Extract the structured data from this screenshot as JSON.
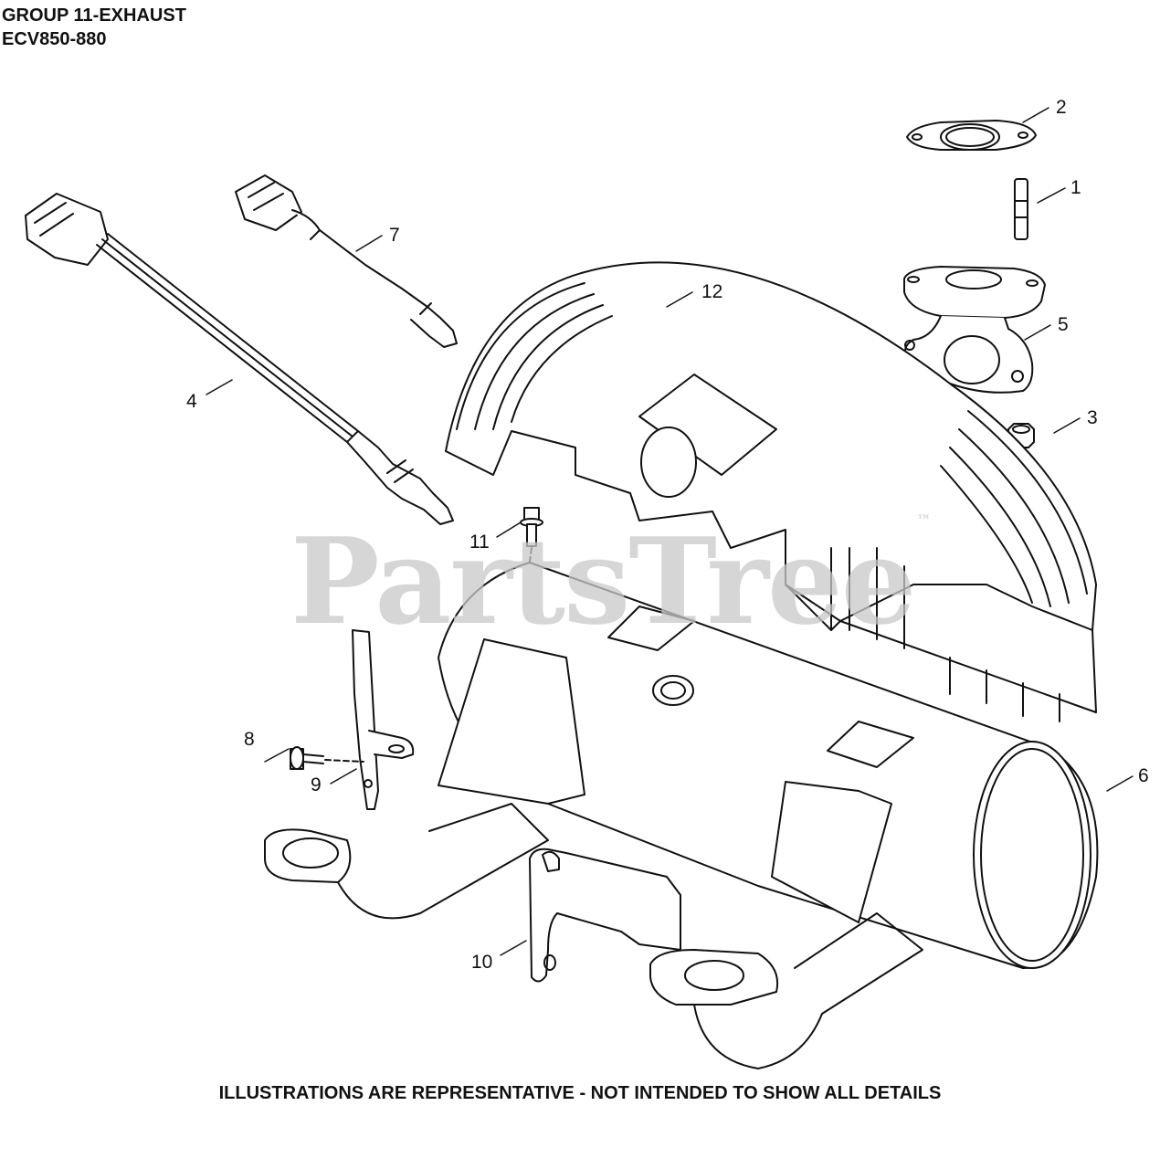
{
  "header": {
    "title": "GROUP 11-EXHAUST",
    "model": "ECV850-880"
  },
  "footer": {
    "note": "ILLUSTRATIONS ARE REPRESENTATIVE - NOT INTENDED TO SHOW ALL DETAILS"
  },
  "watermark": {
    "brand": "PartsTree",
    "tm": "™"
  },
  "callouts": [
    {
      "id": "part-1",
      "label": "1"
    },
    {
      "id": "part-2",
      "label": "2"
    },
    {
      "id": "part-3",
      "label": "3"
    },
    {
      "id": "part-4",
      "label": "4"
    },
    {
      "id": "part-5",
      "label": "5"
    },
    {
      "id": "part-6",
      "label": "6"
    },
    {
      "id": "part-7",
      "label": "7"
    },
    {
      "id": "part-8",
      "label": "8"
    },
    {
      "id": "part-9",
      "label": "9"
    },
    {
      "id": "part-10",
      "label": "10"
    },
    {
      "id": "part-11",
      "label": "11"
    },
    {
      "id": "part-12",
      "label": "12"
    }
  ]
}
